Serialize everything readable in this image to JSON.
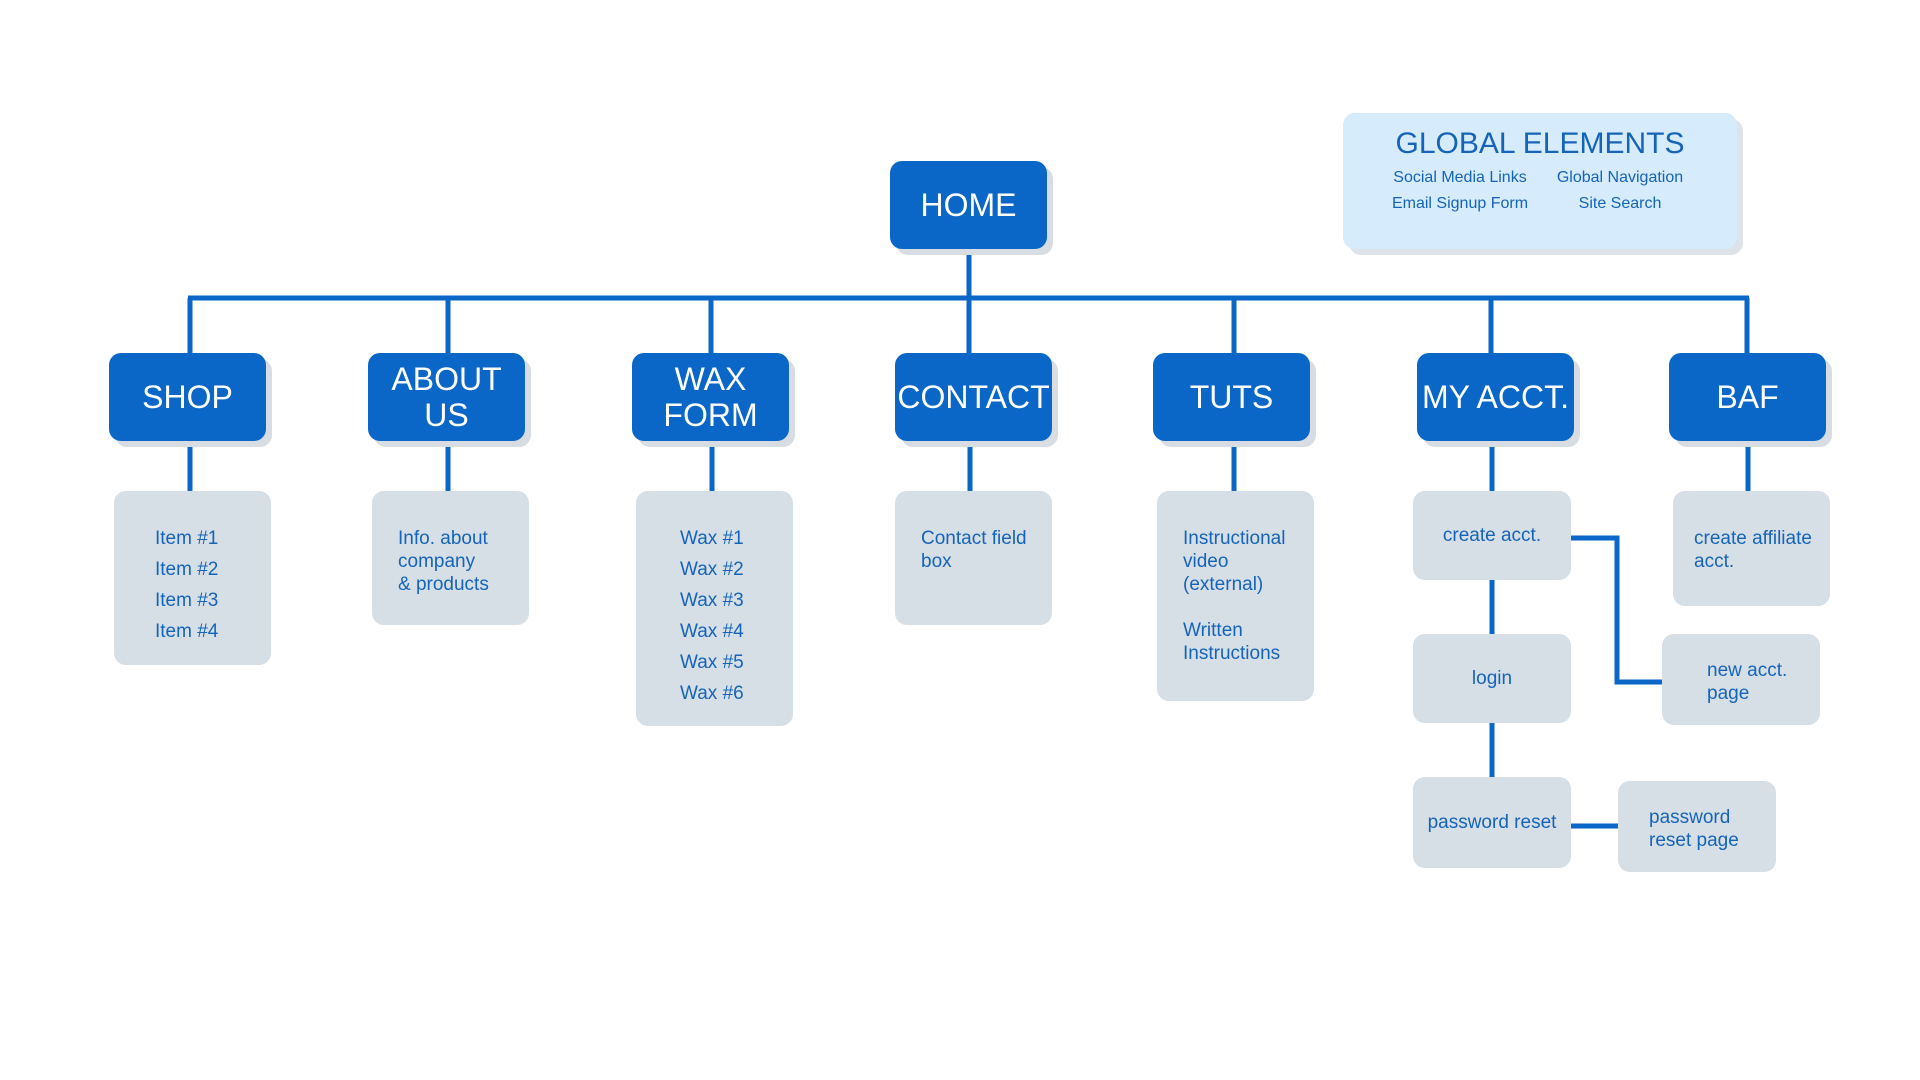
{
  "diagram": {
    "root": "HOME",
    "global_elements": {
      "title": "GLOBAL ELEMENTS",
      "items": [
        "Social Media Links",
        "Global Navigation",
        "Email Signup Form",
        "Site Search"
      ]
    },
    "sections": [
      {
        "label": "SHOP",
        "children": [
          "Item #1",
          "Item #2",
          "Item #3",
          "Item #4"
        ]
      },
      {
        "label": "ABOUT\nUS",
        "children": [
          "Info. about\ncompany\n& products"
        ]
      },
      {
        "label": "WAX\nFORM",
        "children": [
          "Wax #1",
          "Wax #2",
          "Wax #3",
          "Wax #4",
          "Wax #5",
          "Wax #6"
        ]
      },
      {
        "label": "CONTACT",
        "children": [
          "Contact field\nbox"
        ]
      },
      {
        "label": "TUTS",
        "children": [
          "Instructional\nvideo\n(external)\n\nWritten\nInstructions"
        ]
      },
      {
        "label": "MY ACCT.",
        "children": [
          "create acct.",
          "login",
          "password reset",
          "new acct.\npage",
          "password\nreset page"
        ]
      },
      {
        "label": "BAF",
        "children": [
          "create affiliate\nacct."
        ]
      }
    ],
    "colors": {
      "primary": "#0a67c7",
      "secondary_fill": "#d6dee6",
      "secondary_text": "#1564b8",
      "global_fill": "#d6ebfb",
      "connector": "#0a67c7"
    }
  }
}
